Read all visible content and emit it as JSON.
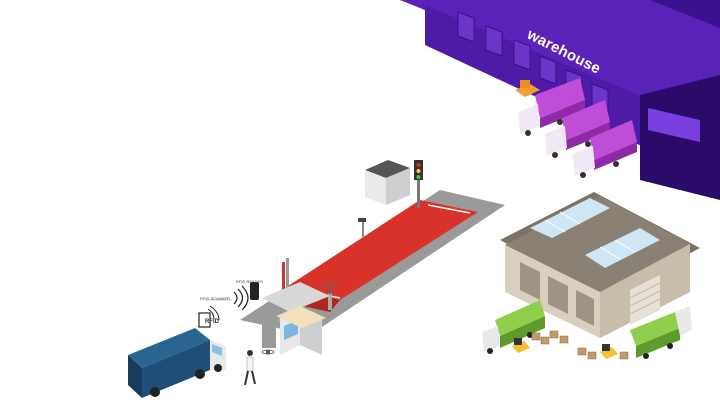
{
  "warehouse_sign": "warehouse",
  "rfid_label": "RFID",
  "reader_label_1": "RFID READER",
  "reader_label_2": "RFID SCANNER",
  "colors": {
    "warehouse_purple": "#4a1a9e",
    "warehouse_dark": "#2e0d74",
    "truck_pink": "#c04dd8",
    "scale_red": "#d9322a",
    "truck_blue": "#1f4f78",
    "truck_green": "#8fcf4d",
    "depot_beige": "#d8cfbf"
  },
  "icons": [
    "rfid-signal-icon",
    "rfid-tag-icon",
    "traffic-light-icon",
    "wifi-antenna-icon"
  ]
}
